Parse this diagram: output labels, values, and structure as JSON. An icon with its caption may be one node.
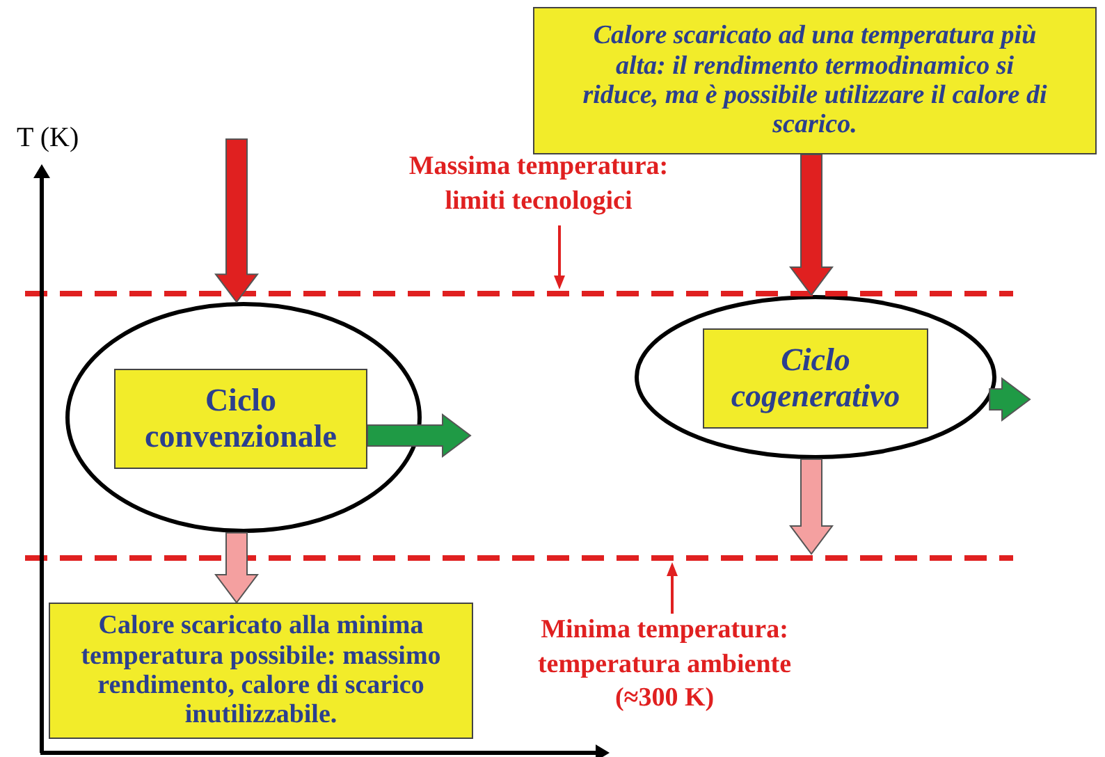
{
  "diagram": {
    "nodes": [
      {
        "text": [],
        "shape": "ellipse"
      },
      {
        "text": [
          "Ciclo convenzionale"
        ],
        "in": 0
      },
      {
        "text": [],
        "shape": "ellipse"
      },
      {
        "text": [
          "Ciclo cogenerativo"
        ],
        "in": 2
      },
      {
        "text": [
          "Calore scaricato alla minima temperatura possibile: massimo rendimento, calore di scarico inutilizzabile."
        ]
      },
      {
        "text": [
          "Calore scaricato ad una temperatura più alta: il rendimento termodinamico si riduce, ma è possibile utilizzare il calore di scarico."
        ]
      },
      {
        "text": [
          "Massima temperatura: limiti tecnologici"
        ]
      },
      {
        "text": [],
        "shape": "line"
      },
      {
        "text": [
          "Minima temperatura: temperatura ambiente (≈300 K)"
        ]
      },
      {
        "text": [],
        "shape": "line"
      }
    ],
    "edges": [
      {
        "from": null,
        "to": 0,
        "arrow": "to",
        "style": "thick",
        "color": "#e02020"
      },
      {
        "from": 0,
        "to": 4,
        "arrow": "to",
        "style": "thick",
        "color": "#f4a0a0"
      },
      {
        "from": 1,
        "to": null,
        "arrow": "to",
        "style": "thick",
        "color": "#1f9a45"
      },
      {
        "from": 5,
        "to": 2,
        "arrow": "to",
        "style": "thick",
        "color": "#e02020"
      },
      {
        "from": 2,
        "to": 9,
        "arrow": "to",
        "style": "thick",
        "color": "#f4a0a0"
      },
      {
        "from": 2,
        "to": null,
        "arrow": "to",
        "style": "thick",
        "color": "#1f9a45"
      },
      {
        "from": 6,
        "to": 7,
        "arrow": "to",
        "color": "#e02020"
      },
      {
        "from": 8,
        "to": 9,
        "arrow": "to",
        "color": "#e02020"
      }
    ],
    "labels": [
      "T (K)"
    ]
  }
}
